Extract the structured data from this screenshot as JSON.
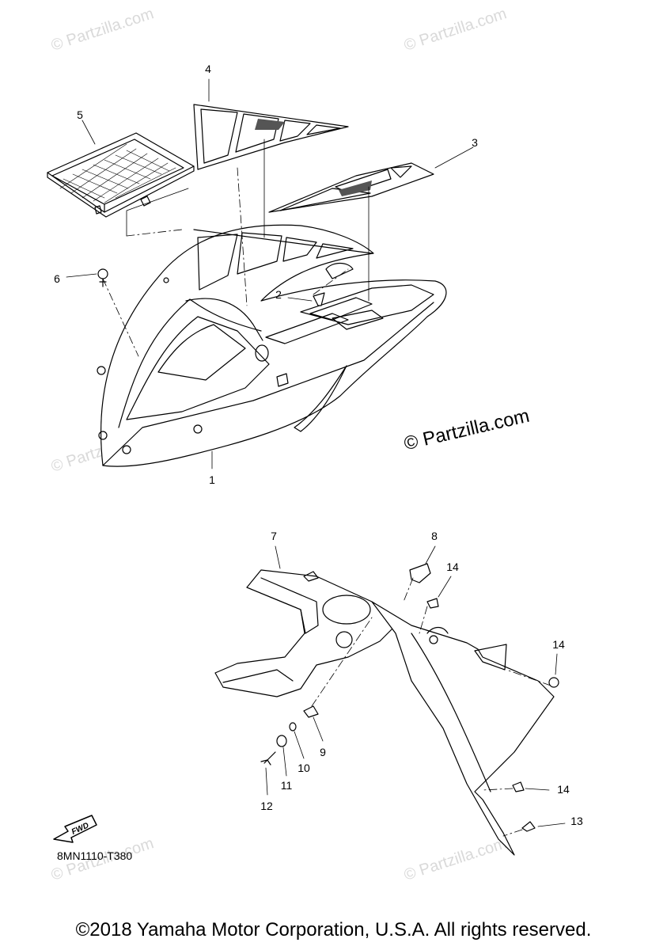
{
  "watermark": "© Partzilla.com",
  "watermark_main": "© Partzilla.com",
  "diagram_code": "8MN1110-T380",
  "copyright": "©2018 Yamaha Motor Corporation, U.S.A. All rights reserved.",
  "fwd_label": "FWD",
  "callouts": {
    "p1": "1",
    "p2": "2",
    "p3": "3",
    "p4": "4",
    "p5": "5",
    "p6": "6",
    "p7": "7",
    "p8": "8",
    "p9": "9",
    "p10": "10",
    "p11": "11",
    "p12": "12",
    "p13": "13",
    "p14a": "14",
    "p14b": "14",
    "p14c": "14"
  }
}
